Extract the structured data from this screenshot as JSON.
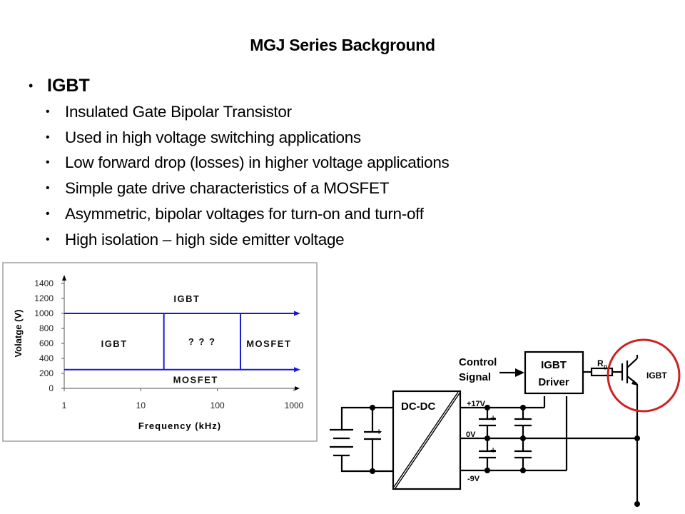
{
  "slide": {
    "title": "MGJ Series Background",
    "bullets": {
      "heading": "IGBT",
      "items": [
        "Insulated Gate Bipolar Transistor",
        "Used in high voltage switching applications",
        "Low forward drop (losses) in higher voltage applications",
        "Simple gate drive characteristics of a MOSFET",
        "Asymmetric, bipolar voltages for turn-on and turn-off",
        "High isolation – high side emitter voltage"
      ]
    }
  },
  "chart_data": {
    "type": "region-diagram",
    "title": "",
    "xlabel": "Frequency (kHz)",
    "ylabel": "Volatge (V)",
    "x_scale": "log",
    "xlim": [
      1,
      1000
    ],
    "ylim": [
      0,
      1400
    ],
    "x_ticks": [
      "1",
      "10",
      "100",
      "1000"
    ],
    "x_tick_values": [
      1,
      10,
      100,
      1000
    ],
    "y_ticks": [
      "0",
      "200",
      "400",
      "600",
      "800",
      "1000",
      "1200",
      "1400"
    ],
    "y_tick_values": [
      0,
      200,
      400,
      600,
      800,
      1000,
      1200,
      1400
    ],
    "grid": false,
    "boundaries": {
      "horizontal": [
        {
          "y": 1000,
          "x_from": 1,
          "x_to": 1000,
          "arrow": true
        },
        {
          "y": 250,
          "x_from": 1,
          "x_to": 1000,
          "arrow": true
        }
      ],
      "vertical": [
        {
          "x": 20,
          "y_from": 250,
          "y_to": 1000
        },
        {
          "x": 200,
          "y_from": 250,
          "y_to": 1000
        }
      ],
      "color": "#1a1ad0"
    },
    "regions": [
      {
        "label": "IGBT",
        "x": 40,
        "y": 1200
      },
      {
        "label": "IGBT",
        "x": 4.5,
        "y": 600
      },
      {
        "label": "? ? ?",
        "x": 63,
        "y": 630
      },
      {
        "label": "MOSFET",
        "x": 470,
        "y": 600
      },
      {
        "label": "MOSFET",
        "x": 52,
        "y": 120
      }
    ]
  },
  "circuit": {
    "control_signal_label": [
      "Control",
      "Signal"
    ],
    "driver_label": [
      "IGBT",
      "Driver"
    ],
    "dcdc_label": "DC-DC",
    "resistor_label": "R",
    "resistor_subscript": "g",
    "igbt_label": "IGBT",
    "rail_labels": {
      "pos": "+17V",
      "zero": "0V",
      "neg": "-9V"
    },
    "plus_sign": "+",
    "highlight_color": "#cc2222"
  }
}
